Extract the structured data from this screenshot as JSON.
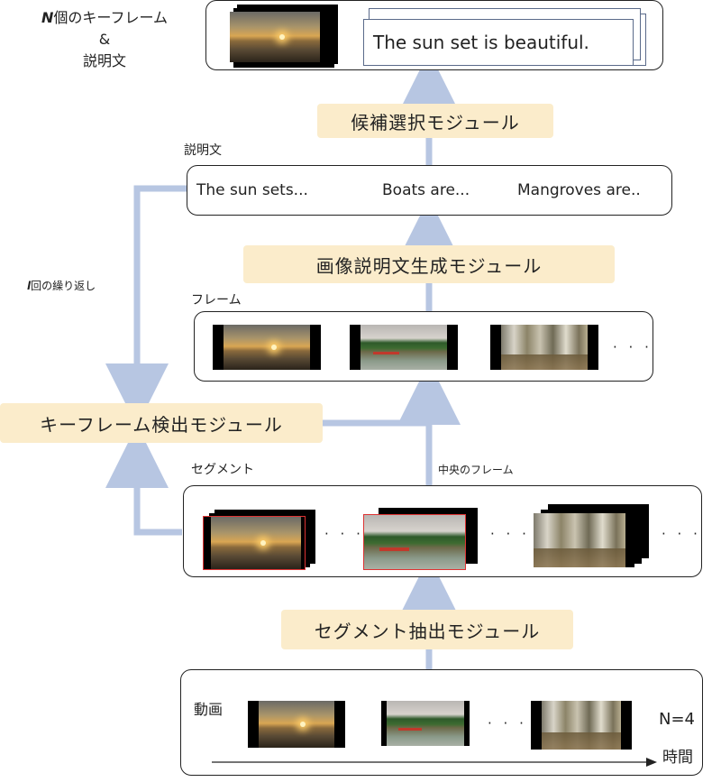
{
  "output": {
    "label_line1": "個のキーフレーム",
    "label_n": "N",
    "label_amp": "&",
    "label_line3": "説明文",
    "sentence": "The sun set is beautiful."
  },
  "modules": {
    "candidate_select": "候補選択モジュール",
    "caption_gen": "画像説明文生成モジュール",
    "keyframe_detect": "キーフレーム検出モジュール",
    "segment_extract": "セグメント抽出モジュール"
  },
  "descriptions": {
    "title": "説明文",
    "items": [
      "The sun sets...",
      "Boats are...",
      "Mangroves are.."
    ]
  },
  "frames": {
    "title": "フレーム",
    "dots": "· · ·"
  },
  "segments": {
    "title": "セグメント",
    "dots": "· · ·",
    "middle_frame_label": "中央のフレーム"
  },
  "loop": {
    "label_var": "l",
    "label_text": "回の繰り返し"
  },
  "video": {
    "title": "動画",
    "dots": "· · ·",
    "n_value": "N=4",
    "time_label": "時間"
  },
  "colors": {
    "arrow": "#b7c6e2",
    "module_bg": "#fbeccb",
    "segment_highlight": "#d33333"
  }
}
